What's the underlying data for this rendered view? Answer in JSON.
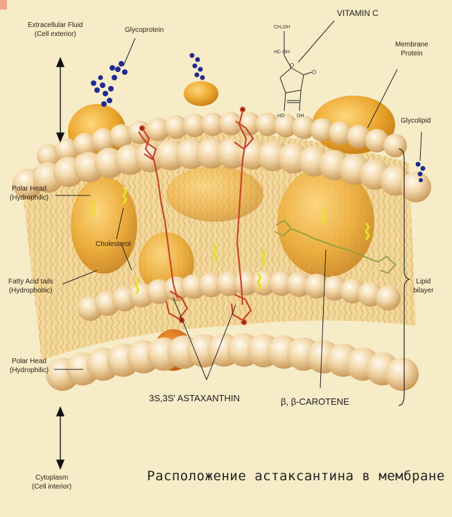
{
  "labels": {
    "extracellular": "Extracellular Fluid\n(Cell exterior)",
    "glycoprotein": "Glycoprotein",
    "vitamin_c": "VITAMIN C",
    "membrane_protein": "Membrane\nProtein",
    "glycolipid": "Glycolipid",
    "polar_head_top": "Polar Head\n(Hydrophilic)",
    "cholesterol": "Cholesterol",
    "fatty_acid": "Fatty Acid tails\n(Hydrophobic)",
    "lipid_bilayer": "Lipid\nbilayer",
    "polar_head_bottom": "Polar Head\n(Hydrophilic)",
    "astaxanthin": "3S,3S' ASTAXANTHIN",
    "carotene": "β, β-CAROTENE",
    "cytoplasm": "Cytoplasm\n(Cell interior)"
  },
  "vitamin_c_formula": {
    "ch2oh": "CH₂OH",
    "hcoh": "HC-OH",
    "o": "O",
    "ho": "HO",
    "oh": "OH"
  },
  "caption": "Расположение астаксантина в мембране",
  "colors": {
    "background": "#f6ecc8",
    "lipid_head": "#f1d6a6",
    "protein": "#e7a52a",
    "astaxanthin": "#c8432a",
    "carotene": "#8fa23c",
    "glycan": "#1f2c8f",
    "cholesterol": "#f7f24a"
  }
}
